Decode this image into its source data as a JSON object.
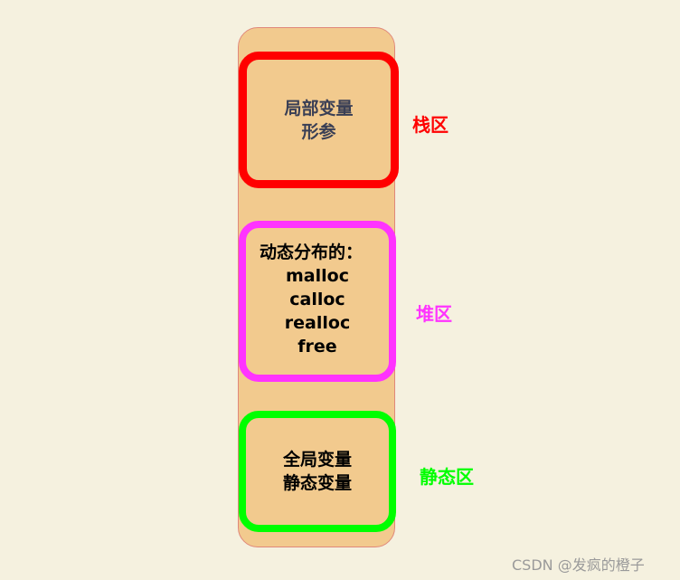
{
  "regions": {
    "stack": {
      "lines": [
        "局部变量",
        "形参"
      ],
      "label": "栈区",
      "color": "#ff0000"
    },
    "heap": {
      "lines": [
        "动态分布的：",
        "malloc",
        "calloc",
        "realloc",
        "free"
      ],
      "label": "堆区",
      "color": "#ff33ff"
    },
    "static": {
      "lines": [
        "全局变量",
        "静态变量"
      ],
      "label": "静态区",
      "color": "#00ff00"
    }
  },
  "watermark": "CSDN @发疯的橙子"
}
